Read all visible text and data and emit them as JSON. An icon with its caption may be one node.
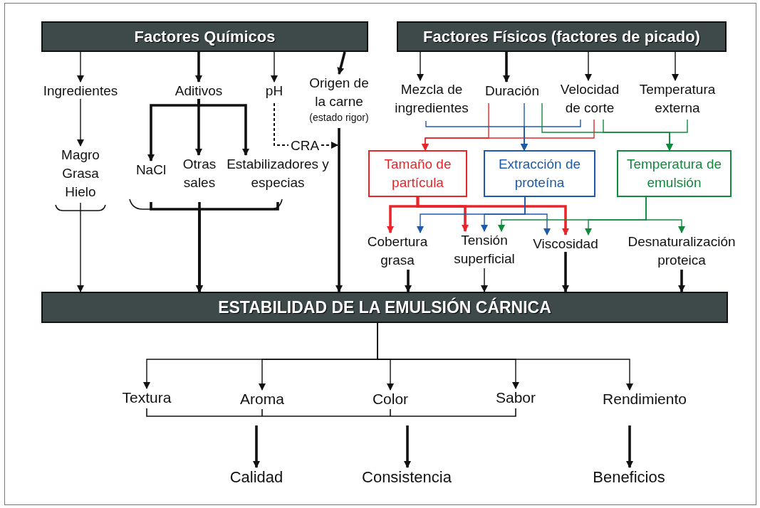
{
  "diagram": {
    "nodes": [
      {
        "text": [
          "Factores Químicos"
        ]
      },
      {
        "text": [
          "Factores Físicos (factores de picado)"
        ]
      },
      {
        "text": [
          "Ingredientes"
        ]
      },
      {
        "text": [
          "Aditivos"
        ]
      },
      {
        "text": [
          "pH"
        ]
      },
      {
        "text": [
          "Origen de la carne",
          "(estado rigor)"
        ]
      },
      {
        "text": [
          "Magro Grasa Hielo"
        ]
      },
      {
        "text": [
          "NaCl"
        ]
      },
      {
        "text": [
          "Otras sales"
        ]
      },
      {
        "text": [
          "Estabilizadores y especias"
        ]
      },
      {
        "text": [
          "CRA"
        ]
      },
      {
        "text": [
          "Mezcla de ingredientes"
        ]
      },
      {
        "text": [
          "Duración"
        ]
      },
      {
        "text": [
          "Velocidad de corte"
        ]
      },
      {
        "text": [
          "Temperatura externa"
        ]
      },
      {
        "text": [
          "Tamaño de partícula"
        ]
      },
      {
        "text": [
          "Extracción de proteína"
        ]
      },
      {
        "text": [
          "Temperatura de emulsión"
        ]
      },
      {
        "text": [
          "Cobertura grasa"
        ]
      },
      {
        "text": [
          "Tensión superficial"
        ]
      },
      {
        "text": [
          "Viscosidad"
        ]
      },
      {
        "text": [
          "Desnaturalización proteica"
        ]
      },
      {
        "text": [
          "ESTABILIDAD DE LA EMULSIÓN CÁRNICA"
        ]
      },
      {
        "text": [
          "Textura"
        ]
      },
      {
        "text": [
          "Aroma"
        ]
      },
      {
        "text": [
          "Color"
        ]
      },
      {
        "text": [
          "Sabor"
        ]
      },
      {
        "text": [
          "Rendimiento"
        ]
      },
      {
        "text": [
          "Calidad"
        ]
      },
      {
        "text": [
          "Consistencia"
        ]
      },
      {
        "text": [
          "Beneficios"
        ]
      }
    ],
    "edges": [
      {
        "from": 0,
        "to": 2,
        "arrow": "to"
      },
      {
        "from": 0,
        "to": 3,
        "arrow": "to",
        "style": "thick"
      },
      {
        "from": 0,
        "to": 4,
        "arrow": "to"
      },
      {
        "from": 0,
        "to": 5,
        "arrow": "to",
        "style": "thick"
      },
      {
        "from": 1,
        "to": 11,
        "arrow": "to"
      },
      {
        "from": 1,
        "to": 12,
        "arrow": "to",
        "style": "thick"
      },
      {
        "from": 1,
        "to": 13,
        "arrow": "to"
      },
      {
        "from": 1,
        "to": 14,
        "arrow": "to"
      },
      {
        "from": 2,
        "to": 6,
        "arrow": "to"
      },
      {
        "from": 3,
        "to": 7,
        "arrow": "to",
        "style": "thick"
      },
      {
        "from": 3,
        "to": 8,
        "arrow": "to",
        "style": "thick"
      },
      {
        "from": 3,
        "to": 9,
        "arrow": "to",
        "style": "thick"
      },
      {
        "from": 4,
        "to": 10,
        "arrow": "none",
        "style": "dashed"
      },
      {
        "from": 10,
        "to": null,
        "arrow": "to",
        "style": "dashed"
      },
      {
        "from": 5,
        "to": 22,
        "arrow": "to",
        "style": "thick"
      },
      {
        "from": 6,
        "to": 22,
        "arrow": "to"
      },
      {
        "from": 7,
        "to": 22,
        "arrow": "to",
        "style": "thick"
      },
      {
        "from": 8,
        "to": 22,
        "arrow": "to",
        "style": "thick"
      },
      {
        "from": 9,
        "to": 22,
        "arrow": "to",
        "style": "thick"
      },
      {
        "from": 12,
        "to": 15,
        "arrow": "to",
        "color": "#e8262a"
      },
      {
        "from": 13,
        "to": 15,
        "arrow": "to",
        "color": "#e8262a"
      },
      {
        "from": 11,
        "to": 16,
        "arrow": "to",
        "color": "#1f5aa8"
      },
      {
        "from": 12,
        "to": 16,
        "arrow": "to",
        "color": "#1f5aa8"
      },
      {
        "from": 13,
        "to": 16,
        "arrow": "to",
        "color": "#1f5aa8"
      },
      {
        "from": 12,
        "to": 17,
        "arrow": "to",
        "color": "#118a3c"
      },
      {
        "from": 13,
        "to": 17,
        "arrow": "to",
        "color": "#118a3c"
      },
      {
        "from": 14,
        "to": 17,
        "arrow": "to",
        "color": "#118a3c"
      },
      {
        "from": 15,
        "to": 18,
        "arrow": "to",
        "style": "thick",
        "color": "#e8262a"
      },
      {
        "from": 15,
        "to": 19,
        "arrow": "to",
        "style": "thick",
        "color": "#e8262a"
      },
      {
        "from": 15,
        "to": 20,
        "arrow": "to",
        "style": "thick",
        "color": "#e8262a"
      },
      {
        "from": 16,
        "to": 18,
        "arrow": "to",
        "color": "#1f5aa8"
      },
      {
        "from": 16,
        "to": 19,
        "arrow": "to",
        "color": "#1f5aa8"
      },
      {
        "from": 16,
        "to": 20,
        "arrow": "to",
        "color": "#1f5aa8"
      },
      {
        "from": 17,
        "to": 19,
        "arrow": "to",
        "color": "#118a3c"
      },
      {
        "from": 17,
        "to": 20,
        "arrow": "to",
        "color": "#118a3c"
      },
      {
        "from": 17,
        "to": 21,
        "arrow": "to",
        "color": "#118a3c"
      },
      {
        "from": 18,
        "to": 22,
        "arrow": "to",
        "style": "thick"
      },
      {
        "from": 19,
        "to": 22,
        "arrow": "to"
      },
      {
        "from": 20,
        "to": 22,
        "arrow": "to",
        "style": "thick"
      },
      {
        "from": 21,
        "to": 22,
        "arrow": "to",
        "style": "thick"
      },
      {
        "from": 22,
        "to": 23,
        "arrow": "to"
      },
      {
        "from": 22,
        "to": 24,
        "arrow": "to"
      },
      {
        "from": 22,
        "to": 25,
        "arrow": "to"
      },
      {
        "from": 22,
        "to": 26,
        "arrow": "to"
      },
      {
        "from": 22,
        "to": 27,
        "arrow": "to"
      },
      {
        "from": 24,
        "to": 28,
        "arrow": "to",
        "style": "thick"
      },
      {
        "from": 25,
        "to": 29,
        "arrow": "to",
        "style": "thick"
      },
      {
        "from": 27,
        "to": 30,
        "arrow": "to",
        "style": "thick"
      }
    ]
  }
}
